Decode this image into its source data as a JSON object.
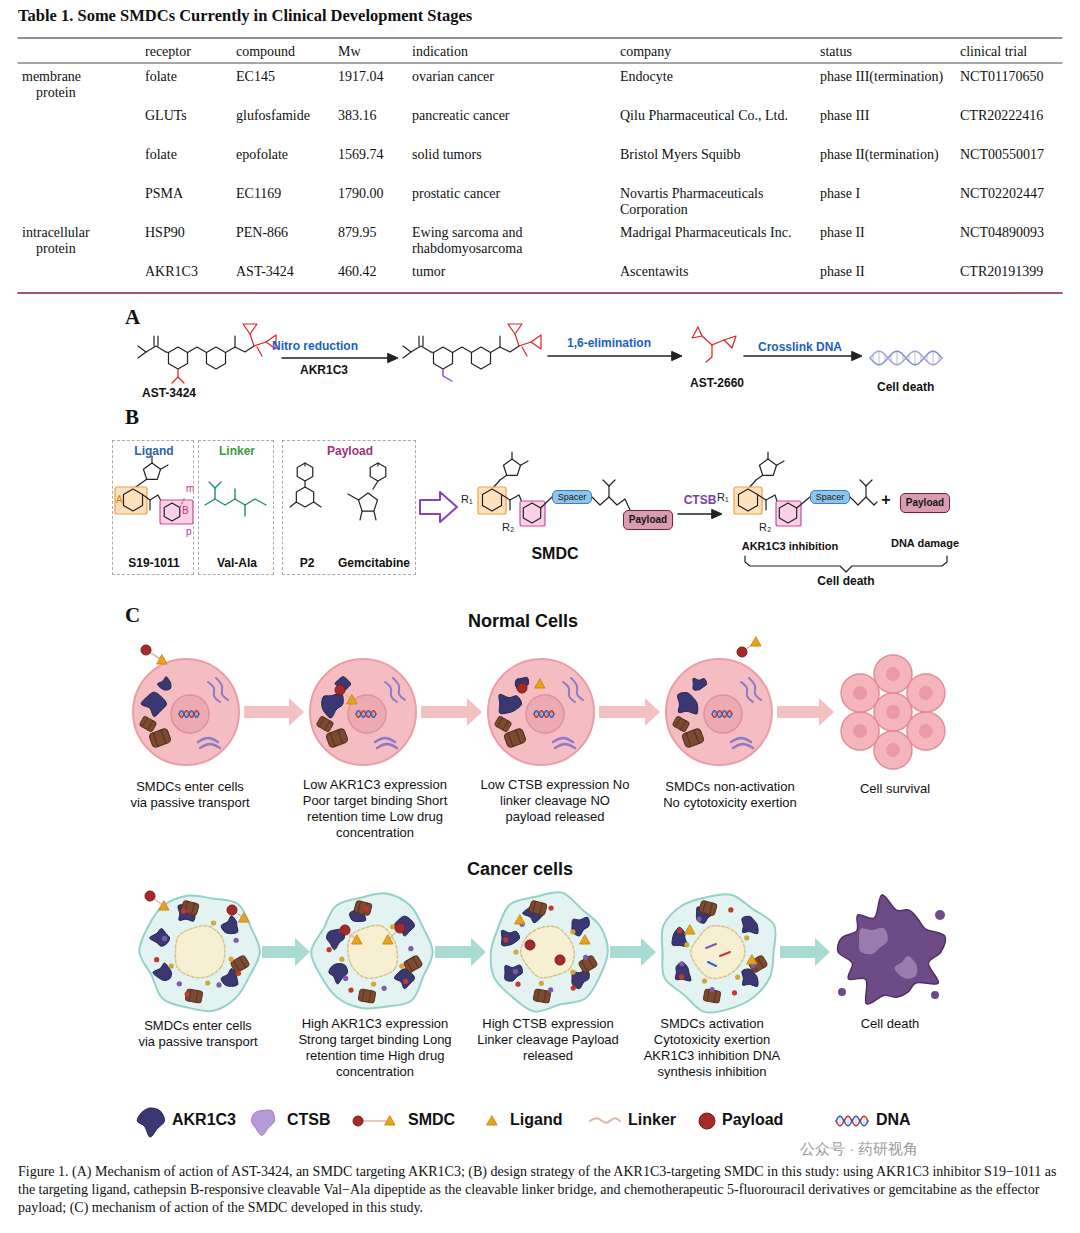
{
  "diagram": {
    "title": "Table 1. Some SMDCs Currently in Clinical Development Stages",
    "caption": "Figure 1. (A) Mechanism of action of AST-3424, an SMDC targeting AKR1C3; (B) design strategy of the AKR1C3-targeting SMDC in this study: using AKR1C3 inhibitor S19−1011 as the targeting ligand, cathepsin B-responsive cleavable Val−Ala dipeptide as the cleavable linker bridge, and chemotherapeutic 5-fluorouracil derivatives or gemcitabine as the effector payload; (C) mechanism of action of the SMDC developed in this study.",
    "nodes": [
      {
        "text": [
          "Ligand",
          "S19-1011"
        ]
      },
      {
        "text": [
          "Linker",
          "Val-Ala"
        ]
      },
      {
        "text": [
          "Payload",
          "P2",
          "Gemcitabine"
        ]
      },
      {
        "text": [
          "Spacer"
        ]
      },
      {
        "text": [
          "Payload"
        ]
      },
      {
        "text": [
          "Spacer"
        ]
      },
      {
        "text": [
          "Payload"
        ]
      }
    ],
    "labels": [
      "receptor",
      "compound",
      "Mw",
      "indication",
      "company",
      "status",
      "clinical trial",
      "membrane protein",
      "folate",
      "EC145",
      "1917.04",
      "ovarian cancer",
      "Endocyte",
      "phase III(termination)",
      "NCT01170650",
      "GLUTs",
      "glufosfamide",
      "383.16",
      "pancreatic cancer",
      "Qilu Pharmaceutical Co., Ltd.",
      "phase III",
      "CTR20222416",
      "folate",
      "epofolate",
      "1569.74",
      "solid tumors",
      "Bristol Myers Squibb",
      "phase II(termination)",
      "NCT00550017",
      "PSMA",
      "EC1169",
      "1790.00",
      "prostatic cancer",
      "Novartis Pharmaceuticals Corporation",
      "phase I",
      "NCT02202447",
      "intracellular protein",
      "HSP90",
      "PEN-866",
      "879.95",
      "Ewing sarcoma and rhabdomyosarcoma",
      "Madrigal Pharmaceuticals Inc.",
      "phase II",
      "NCT04890093",
      "AKR1C3",
      "AST-3424",
      "460.42",
      "tumor",
      "Ascentawits",
      "phase II",
      "CTR20191399",
      "A",
      "AST-3424",
      "Nitro reduction",
      "AKR1C3",
      "1,6-elimination",
      "AST-2660",
      "Crosslink DNA",
      "Cell death",
      "B",
      "A",
      "B",
      "m",
      "p",
      "R₁",
      "R₂",
      "SMDC",
      "CTSB",
      "R₁",
      "R₂",
      "AKR1C3 inhibition",
      "+",
      "DNA damage",
      "Cell death",
      "C",
      "Normal Cells",
      "SMDCs enter cells via passive transport",
      "Low AKR1C3 expression Poor target binding Short retention time Low drug concentration",
      "Low CTSB expression No linker cleavage NO payload released",
      "SMDCs non-activation No cytotoxicity exertion",
      "Cell survival",
      "Cancer cells",
      "SMDCs enter cells via passive transport",
      "High AKR1C3 expression Strong target binding Long retention time High drug concentration",
      "High CTSB expression Linker cleavage Payload released",
      "SMDCs activation Cytotoxicity exertion AKR1C3 inhibition DNA synthesis inhibition",
      "Cell death",
      "公众号 · 药研视角"
    ],
    "legend": [
      {
        "text": "AKR1C3"
      },
      {
        "text": "CTSB"
      },
      {
        "text": "SMDC"
      },
      {
        "text": "Ligand"
      },
      {
        "text": "Linker"
      },
      {
        "text": "Payload"
      },
      {
        "text": "DNA"
      }
    ]
  }
}
